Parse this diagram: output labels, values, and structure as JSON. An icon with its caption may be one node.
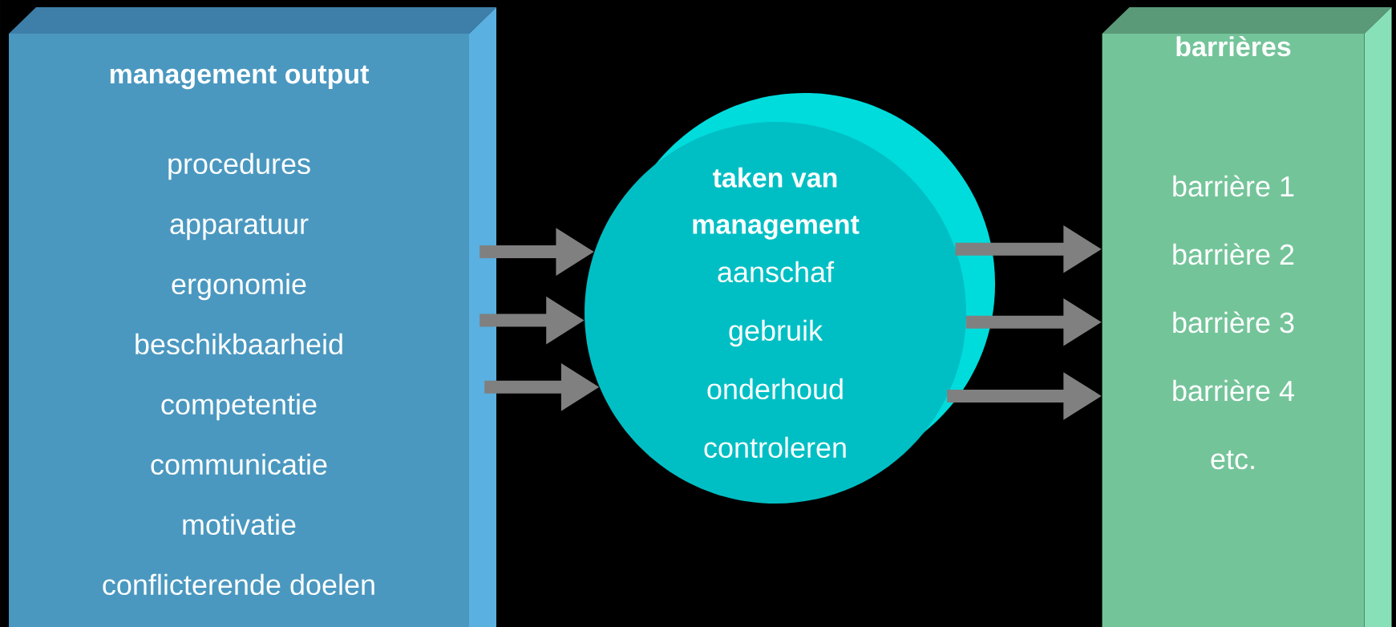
{
  "diagram": {
    "nodes": [
      {
        "text": [
          "management output",
          "procedures",
          "apparatuur",
          "ergonomie",
          "beschikbaarheid",
          "competentie",
          "communicatie",
          "motivatie",
          "conflicterende doelen"
        ]
      },
      {
        "text": [
          "taken van management",
          "aanschaf",
          "gebruik",
          "onderhoud",
          "controleren"
        ]
      },
      {
        "text": [
          "barrières",
          "barrière 1",
          "barrière 2",
          "barrière 3",
          "barrière 4",
          "etc."
        ]
      }
    ],
    "edges": [
      {
        "from": 0,
        "to": 1,
        "arrow": "to"
      },
      {
        "from": 0,
        "to": 1,
        "arrow": "to"
      },
      {
        "from": 0,
        "to": 1,
        "arrow": "to"
      },
      {
        "from": 1,
        "to": 2,
        "arrow": "to"
      },
      {
        "from": 1,
        "to": 2,
        "arrow": "to"
      },
      {
        "from": 1,
        "to": 2,
        "arrow": "to"
      }
    ]
  }
}
